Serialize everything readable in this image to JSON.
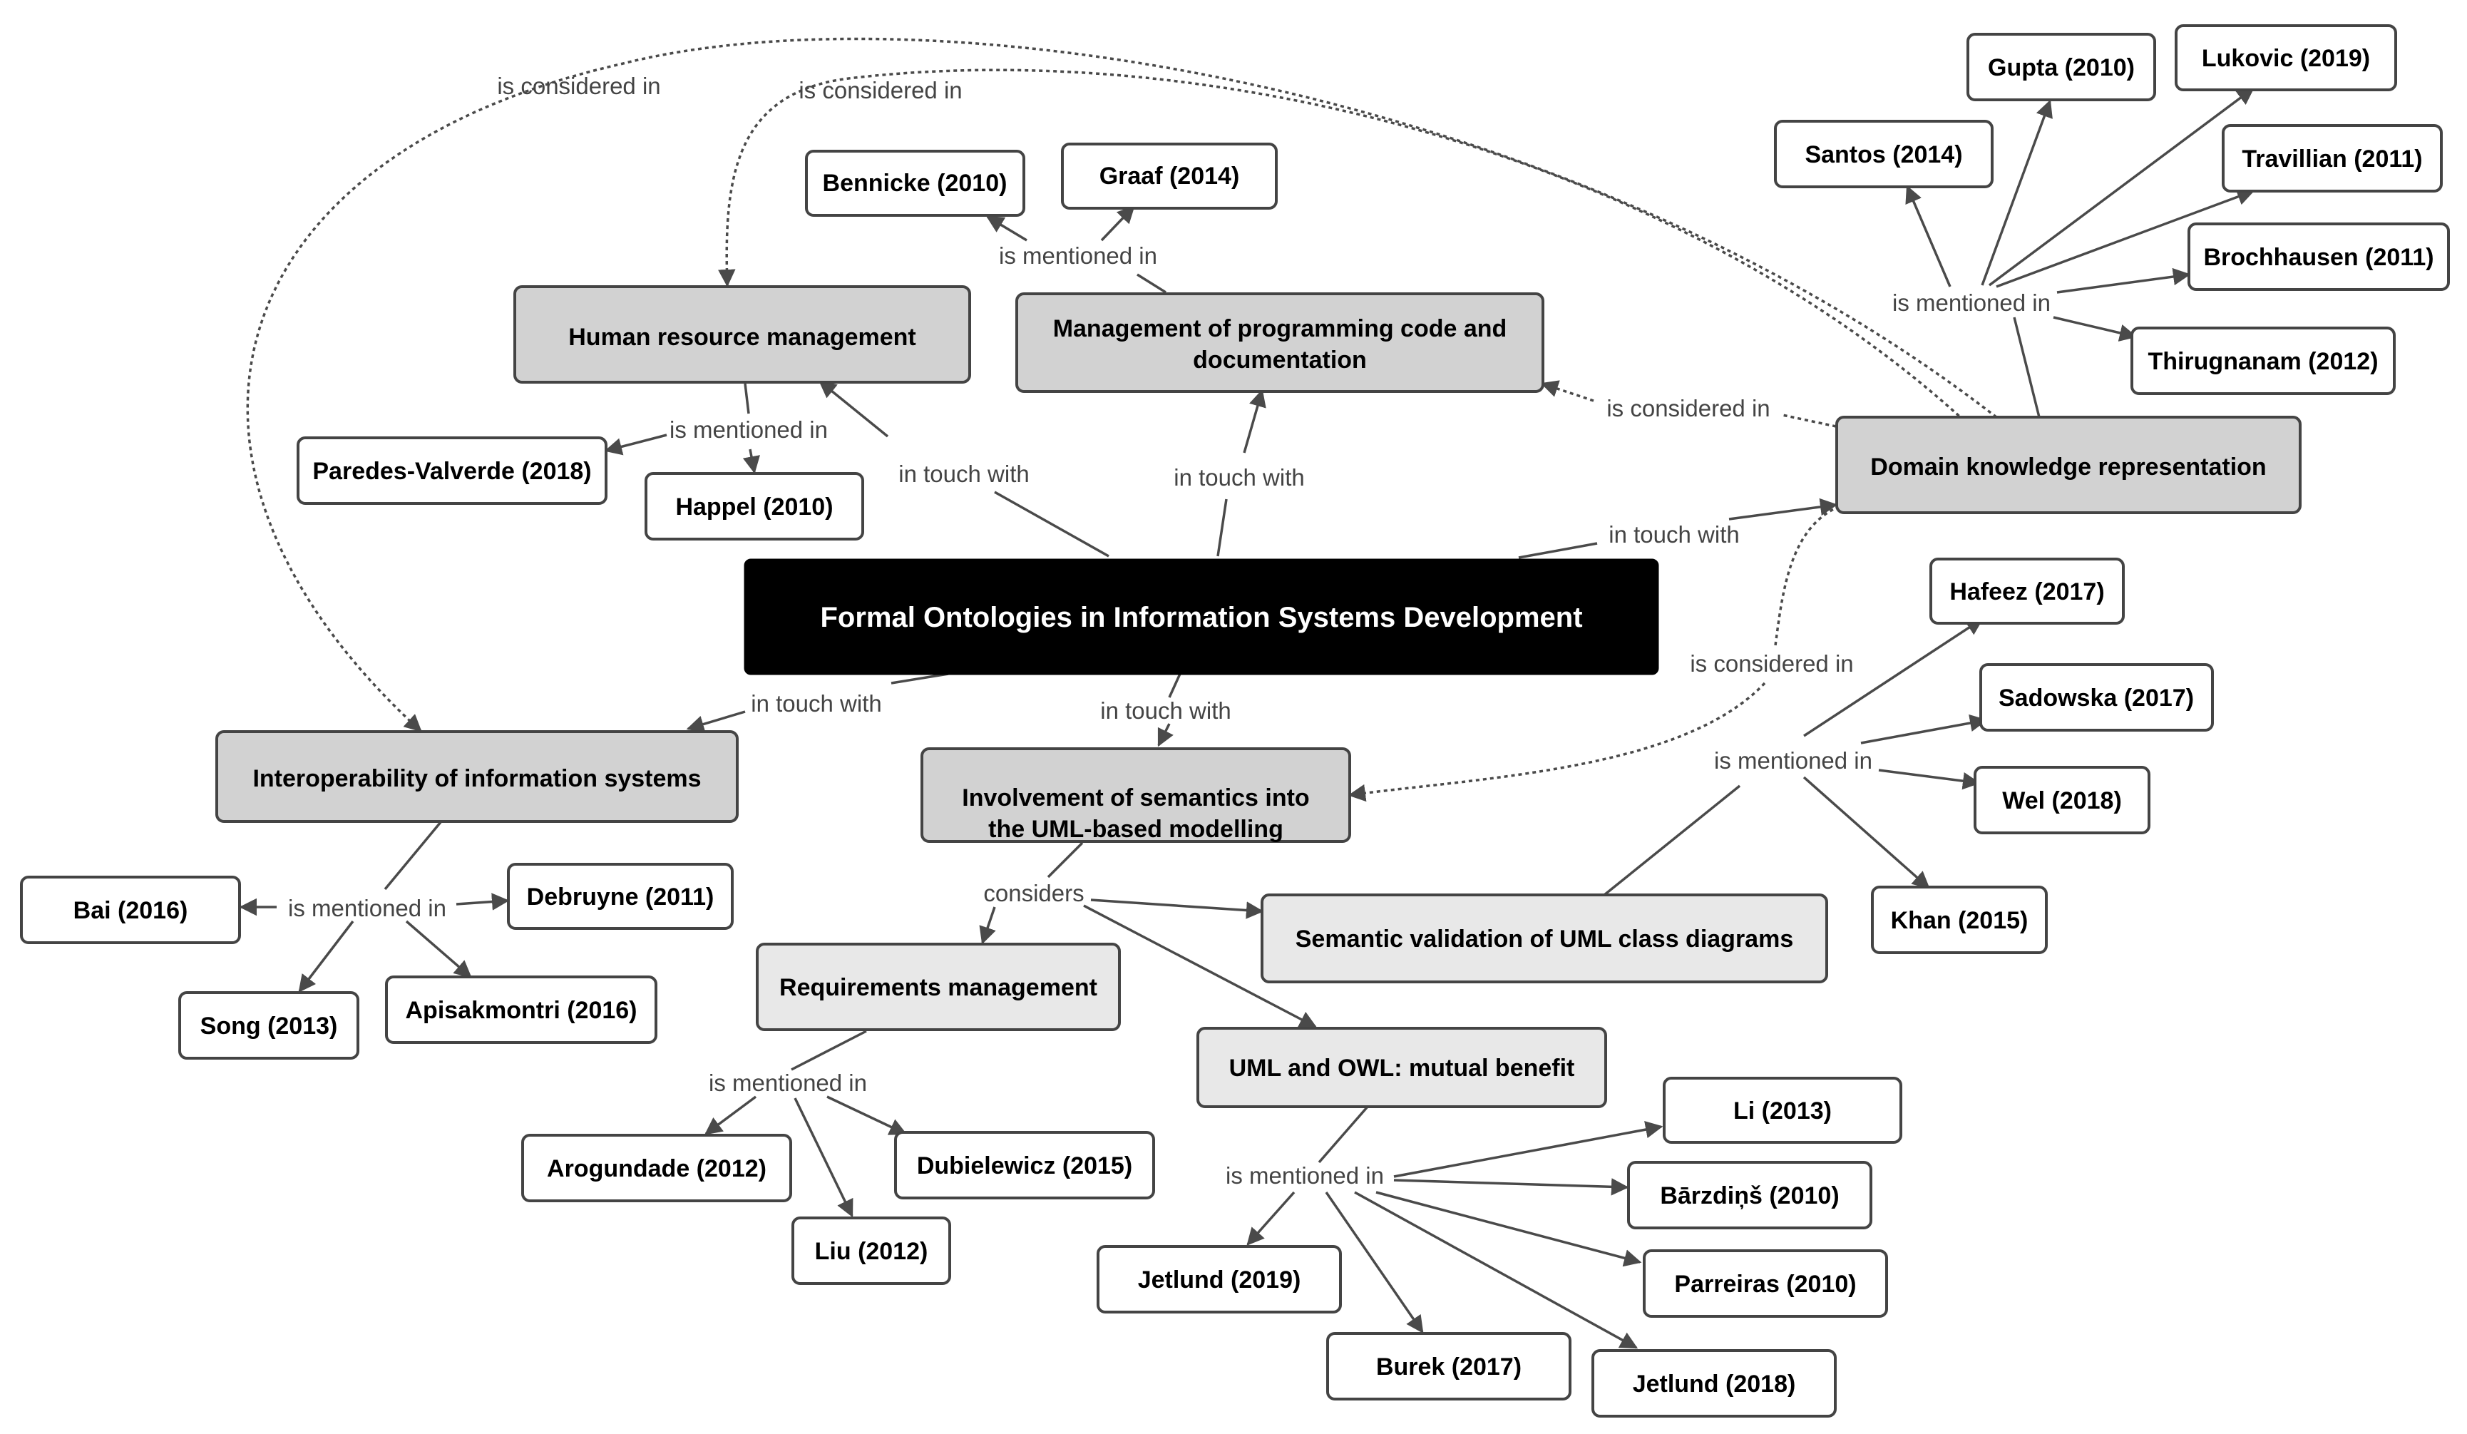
{
  "center": "Formal Ontologies in Information Systems Development",
  "topics": {
    "hrm": "Human resource management",
    "code": "Management of programming code and documentation",
    "dkr": "Domain knowledge representation",
    "interop": "Interoperability of information systems",
    "uml_sem": "Involvement of semantics into the UML-based modelling",
    "validation": "Semantic validation of UML class diagrams",
    "req": "Requirements management",
    "uml_owl": "UML and OWL: mutual benefit"
  },
  "refs": {
    "bennicke": "Bennicke (2010)",
    "graaf": "Graaf (2014)",
    "paredes": "Paredes-Valverde (2018)",
    "happel": "Happel (2010)",
    "santos": "Santos (2014)",
    "gupta": "Gupta (2010)",
    "lukovic": "Lukovic (2019)",
    "travillian": "Travillian (2011)",
    "brochhausen": "Brochhausen (2011)",
    "thirugnanam": "Thirugnanam (2012)",
    "hafeez": "Hafeez (2017)",
    "sadowska": "Sadowska (2017)",
    "wel": "Wel (2018)",
    "khan": "Khan (2015)",
    "bai": "Bai (2016)",
    "debruyne": "Debruyne (2011)",
    "song": "Song (2013)",
    "apisakmontri": "Apisakmontri (2016)",
    "arogundade": "Arogundade (2012)",
    "dubielewicz": "Dubielewicz (2015)",
    "liu": "Liu (2012)",
    "li": "Li (2013)",
    "barzdins": "Bārzdiņš (2010)",
    "jetlund2019": "Jetlund (2019)",
    "parreiras": "Parreiras (2010)",
    "burek": "Burek (2017)",
    "jetlund2018": "Jetlund (2018)"
  },
  "link_labels": {
    "in_touch_hrm": "in touch with",
    "in_touch_code": "in touch with",
    "in_touch_dkr": "in touch with",
    "in_touch_interop": "in touch with",
    "in_touch_uml": "in touch with",
    "mentioned_hrm": "is mentioned in",
    "mentioned_code": "is mentioned in",
    "mentioned_dkr": "is mentioned in",
    "mentioned_validation": "is mentioned in",
    "mentioned_interop": "is mentioned in",
    "mentioned_req": "is mentioned in",
    "mentioned_umlowl": "is mentioned in",
    "considered_interop": "is considered in",
    "considered_hrm": "is considered in",
    "considered_code": "is considered in",
    "considered_uml": "is considered in",
    "considers": "considers"
  },
  "colors": {
    "center_fill": "#000000",
    "topic_fill": "#d2d2d2",
    "subtopic_fill": "#e8e8e8",
    "ref_fill": "#ffffff",
    "border": "#444444"
  }
}
